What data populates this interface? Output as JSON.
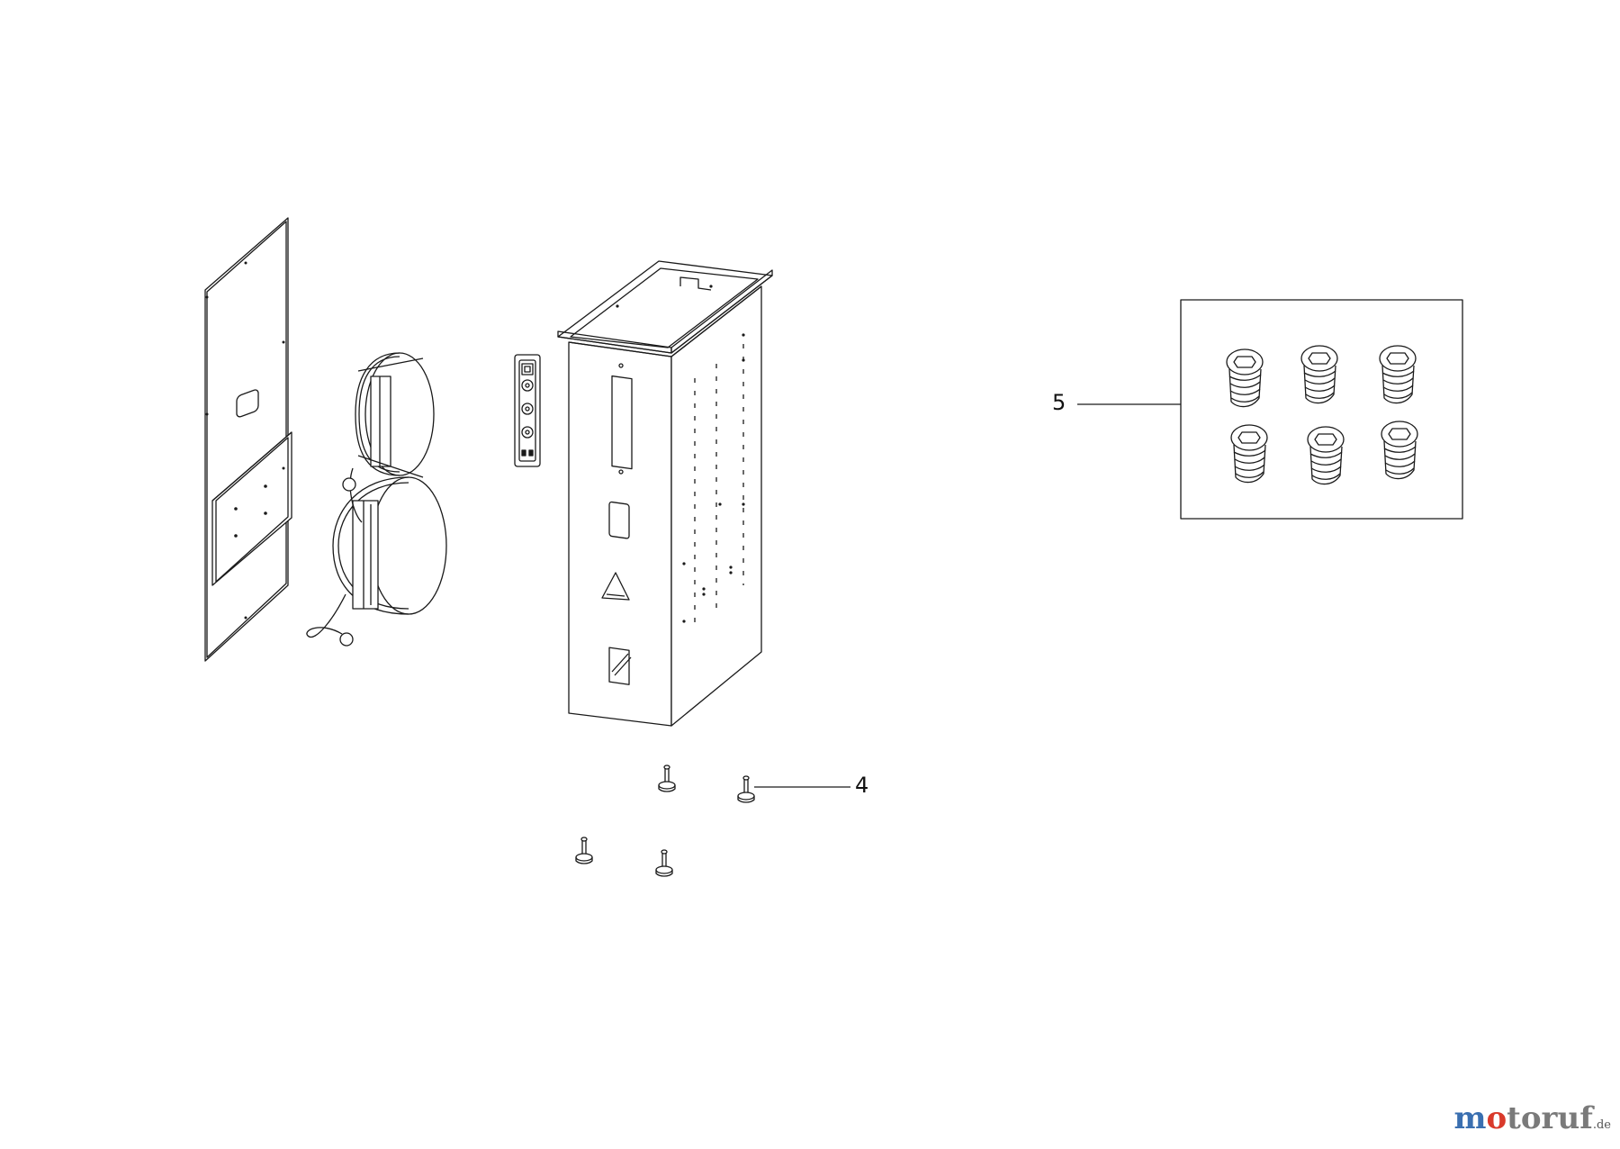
{
  "callouts": {
    "part_4": "4",
    "part_5": "5"
  },
  "watermark": {
    "text": "motoruf",
    "tld": ".de"
  },
  "colors": {
    "line": "#1a1a1a",
    "logo_m": "#3a6fb0",
    "logo_o": "#d93a2b",
    "logo_rest": "#7a7a7a"
  }
}
